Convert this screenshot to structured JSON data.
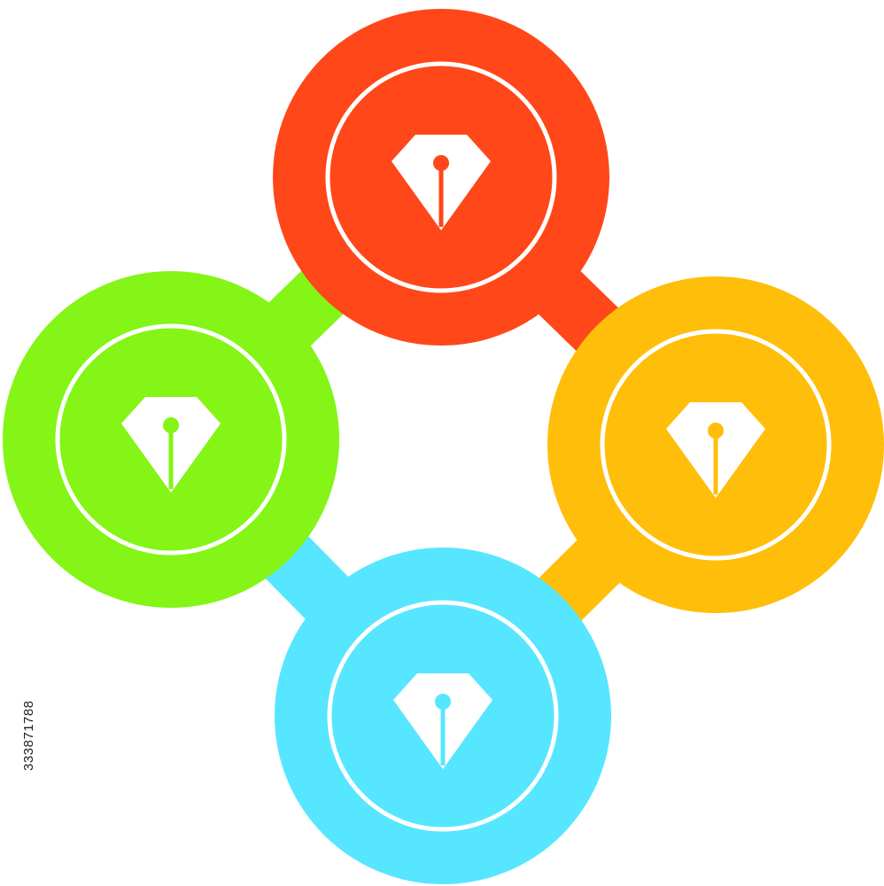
{
  "diagram": {
    "nodes": [
      {
        "id": "top",
        "color": "#FF4719",
        "icon": "pen-nib-icon"
      },
      {
        "id": "right",
        "color": "#FFBE0A",
        "icon": "pen-nib-icon"
      },
      {
        "id": "bottom",
        "color": "#57E6FF",
        "icon": "pen-nib-icon"
      },
      {
        "id": "left",
        "color": "#84F516",
        "icon": "pen-nib-icon"
      }
    ],
    "connectors": [
      {
        "from": "top",
        "to": "right",
        "color": "#FF4719"
      },
      {
        "from": "right",
        "to": "bottom",
        "color": "#FFBE0A"
      },
      {
        "from": "bottom",
        "to": "left",
        "color": "#57E6FF"
      },
      {
        "from": "left",
        "to": "top",
        "color": "#84F516"
      }
    ],
    "icon_color": "#FFFFFF",
    "ring_color": "#FFFFFF"
  },
  "watermark": {
    "stock_id": "333871788"
  }
}
